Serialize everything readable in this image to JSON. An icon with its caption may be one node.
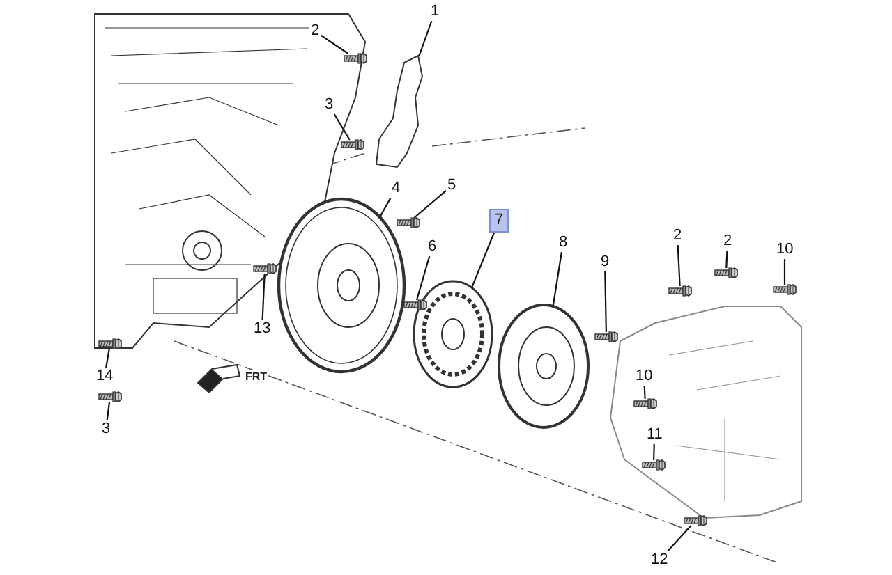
{
  "diagram": {
    "nodes": [
      {
        "text": [
          "1"
        ]
      },
      {
        "text": [
          "2"
        ]
      },
      {
        "text": [
          "3"
        ]
      },
      {
        "text": [
          "4"
        ]
      },
      {
        "text": [
          "5"
        ]
      },
      {
        "text": [
          "7"
        ]
      },
      {
        "text": [
          "6"
        ]
      },
      {
        "text": [
          "8"
        ]
      },
      {
        "text": [
          "9"
        ]
      },
      {
        "text": [
          "2"
        ]
      },
      {
        "text": [
          "2"
        ]
      },
      {
        "text": [
          "10"
        ]
      },
      {
        "text": [
          "13"
        ]
      },
      {
        "text": [
          "14"
        ]
      },
      {
        "text": [
          "10"
        ]
      },
      {
        "text": [
          "11"
        ]
      },
      {
        "text": [
          "3"
        ]
      },
      {
        "text": [
          "12"
        ]
      },
      {
        "text": [],
        "shape": "picture"
      },
      {
        "text": [],
        "shape": "picture"
      },
      {
        "text": [],
        "shape": "picture"
      },
      {
        "text": [],
        "shape": "picture"
      },
      {
        "text": [],
        "shape": "picture"
      },
      {
        "text": [],
        "shape": "picture"
      },
      {
        "text": [],
        "shape": "picture"
      },
      {
        "text": [],
        "shape": "picture"
      },
      {
        "text": [],
        "shape": "picture"
      },
      {
        "text": [],
        "shape": "picture"
      },
      {
        "text": [],
        "shape": "picture"
      },
      {
        "text": [],
        "shape": "picture"
      },
      {
        "text": [],
        "shape": "picture"
      },
      {
        "text": [],
        "shape": "picture"
      },
      {
        "text": [],
        "shape": "picture"
      },
      {
        "text": [],
        "shape": "picture"
      },
      {
        "text": [],
        "shape": "picture"
      },
      {
        "text": [],
        "shape": "picture"
      }
    ],
    "edges": [
      {
        "from": 0,
        "to": 18,
        "arrow": "none"
      },
      {
        "from": 1,
        "to": 19,
        "arrow": "none"
      },
      {
        "from": 2,
        "to": 20,
        "arrow": "none"
      },
      {
        "from": 3,
        "to": 21,
        "arrow": "none"
      },
      {
        "from": 4,
        "to": 22,
        "arrow": "none"
      },
      {
        "from": 5,
        "to": 23,
        "arrow": "none"
      },
      {
        "from": 6,
        "to": 24,
        "arrow": "none"
      },
      {
        "from": 7,
        "to": 25,
        "arrow": "none"
      },
      {
        "from": 8,
        "to": 26,
        "arrow": "none"
      },
      {
        "from": 9,
        "to": 27,
        "arrow": "none"
      },
      {
        "from": 10,
        "to": 28,
        "arrow": "none"
      },
      {
        "from": 11,
        "to": 29,
        "arrow": "none"
      },
      {
        "from": 12,
        "to": 30,
        "arrow": "none"
      },
      {
        "from": 13,
        "to": 31,
        "arrow": "none"
      },
      {
        "from": 14,
        "to": 32,
        "arrow": "none"
      },
      {
        "from": 15,
        "to": 33,
        "arrow": "none"
      },
      {
        "from": 16,
        "to": 34,
        "arrow": "none"
      },
      {
        "from": 17,
        "to": 35,
        "arrow": "none"
      }
    ],
    "labels": [
      "FRT"
    ]
  }
}
